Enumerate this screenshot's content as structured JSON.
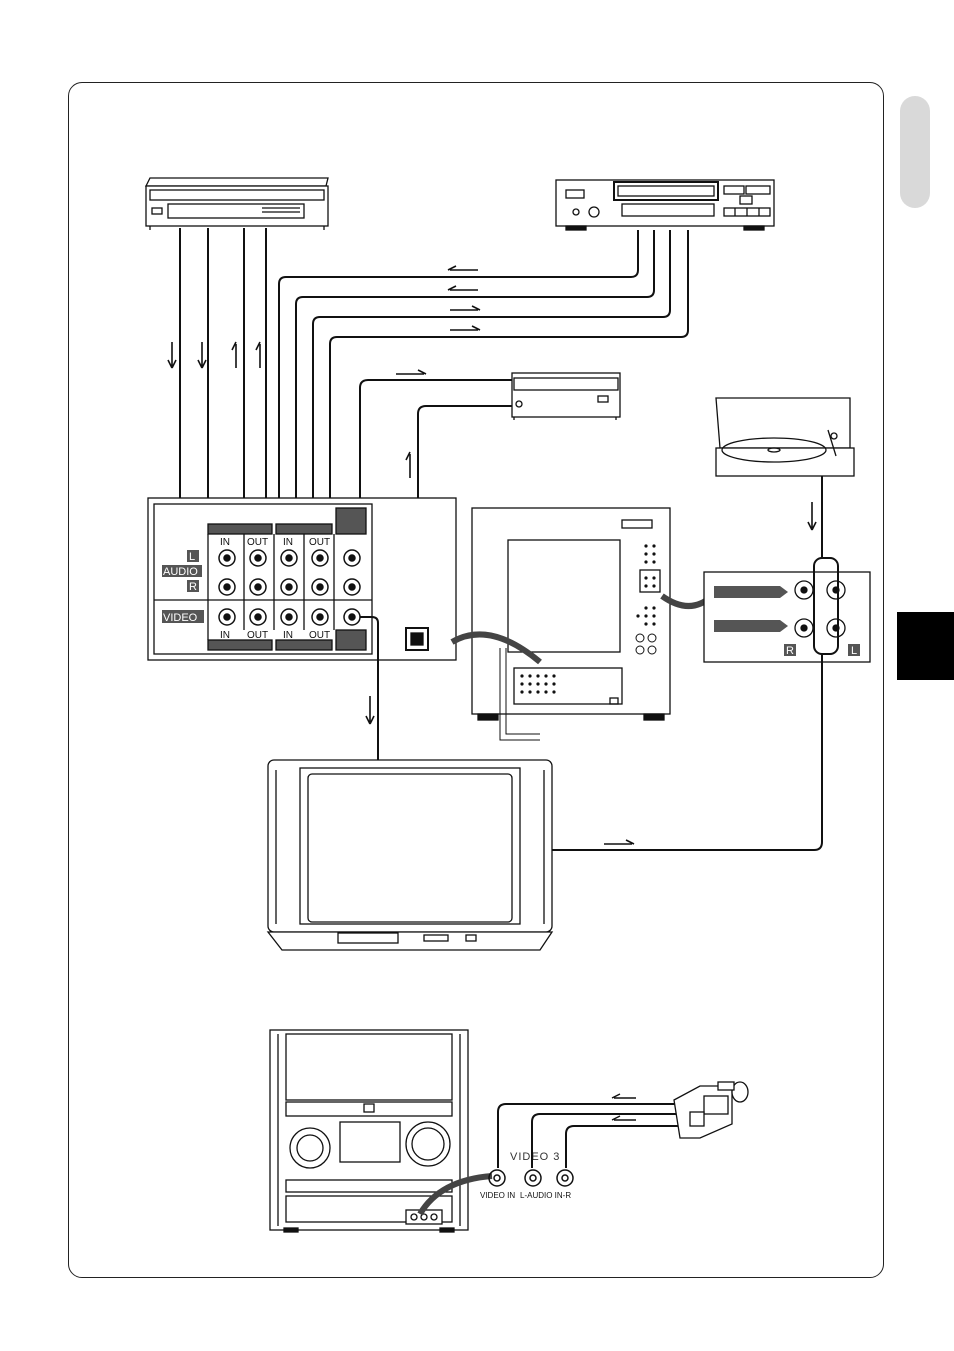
{
  "page": {
    "tab_color": "#d9d9d9",
    "block_color": "#000000"
  },
  "jack_panel": {
    "in_label_1": "IN",
    "out_label_1": "OUT",
    "in_label_2": "IN",
    "out_label_2": "OUT",
    "in_label_bottom_1": "IN",
    "out_label_bottom_1": "OUT",
    "in_label_bottom_2": "IN",
    "out_label_bottom_2": "OUT",
    "left_label": "L",
    "audio_label": "AUDIO",
    "right_label": "R",
    "video_label": "VIDEO"
  },
  "phono_panel": {
    "right_label": "R",
    "left_label": "L"
  },
  "front_jacks": {
    "video3_label": "VIDEO 3",
    "video_in_label": "VIDEO IN",
    "audio_in_label": "L-AUDIO IN-R"
  },
  "icons": [
    "vcr-1-icon",
    "vcr-2-icon",
    "cd-player-icon",
    "turntable-icon",
    "main-unit-icon",
    "tv-icon",
    "stereo-system-icon",
    "camcorder-icon"
  ]
}
